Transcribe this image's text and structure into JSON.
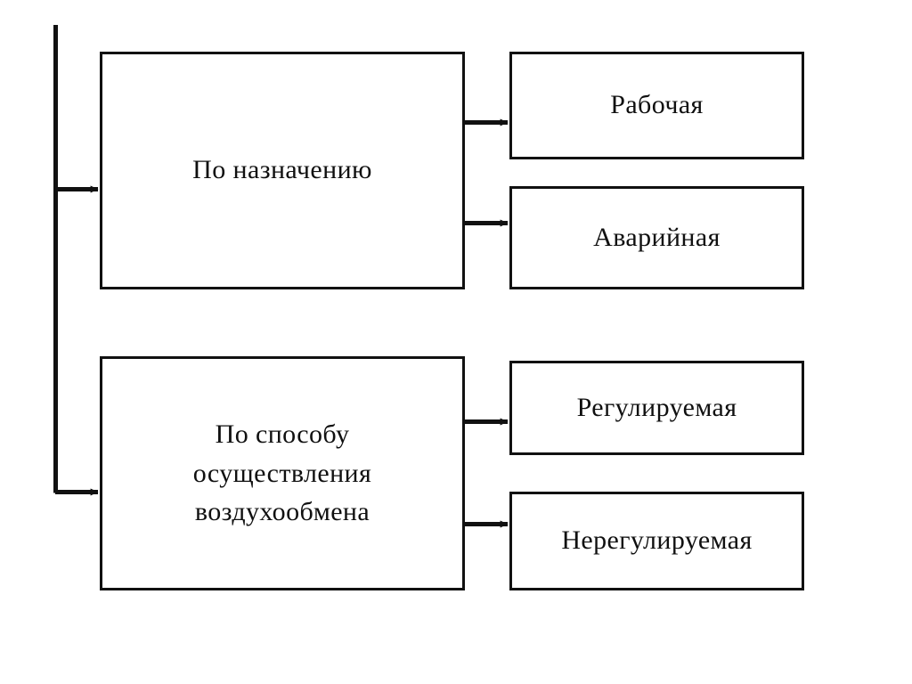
{
  "diagram": {
    "type": "classification-tree",
    "language": "ru",
    "background_color": "#ffffff",
    "line_color": "#111111",
    "text_color": "#101010",
    "nodes": {
      "purpose": {
        "label": "По назначению",
        "role": "category"
      },
      "airexchange": {
        "label": "По способу\nосуществления\nвоздухообмена",
        "role": "category"
      },
      "working": {
        "label": "Рабочая",
        "role": "leaf"
      },
      "emergency": {
        "label": "Аварийная",
        "role": "leaf"
      },
      "regulated": {
        "label": "Регулируемая",
        "role": "leaf"
      },
      "unregulated": {
        "label": "Нерегулируемая",
        "role": "leaf"
      }
    },
    "edges": [
      {
        "from": "trunk",
        "to": "purpose",
        "arrow": true
      },
      {
        "from": "trunk",
        "to": "airexchange",
        "arrow": true
      },
      {
        "from": "purpose",
        "to": "working",
        "arrow": true
      },
      {
        "from": "purpose",
        "to": "emergency",
        "arrow": true
      },
      {
        "from": "airexchange",
        "to": "regulated",
        "arrow": true
      },
      {
        "from": "airexchange",
        "to": "unregulated",
        "arrow": true
      }
    ]
  }
}
